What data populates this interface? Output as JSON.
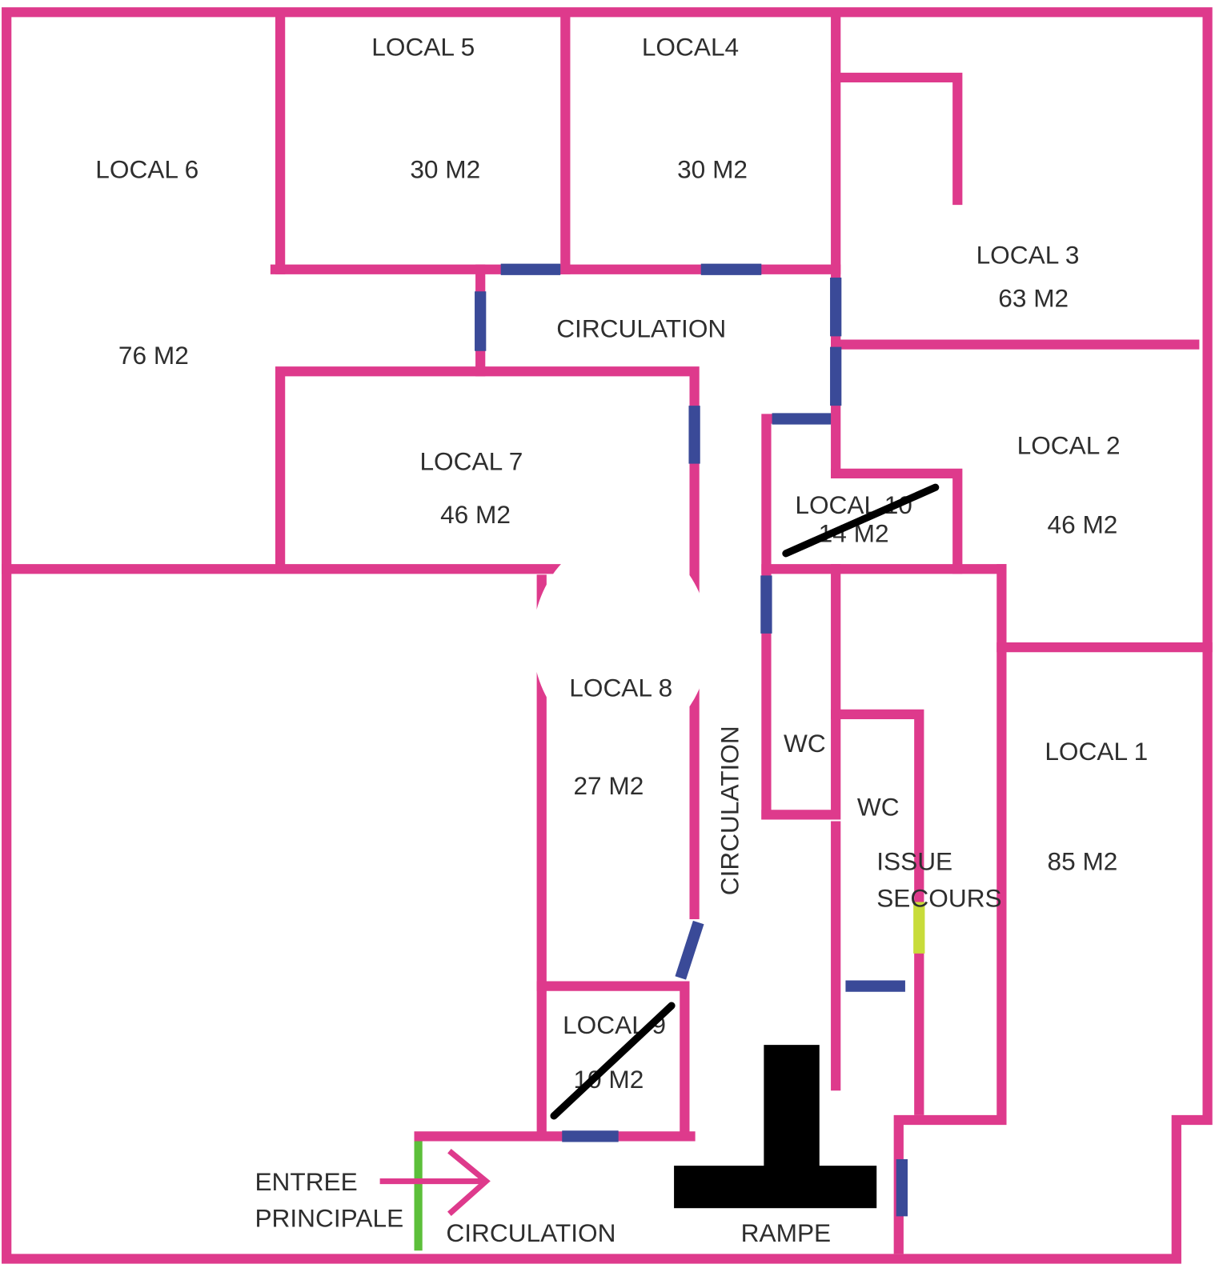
{
  "colors": {
    "wall": "#de3a8c",
    "door": "#3a4a98",
    "entrance": "#5cbf3a",
    "emergency_exit": "#c8dc3a",
    "strike": "#000000"
  },
  "rooms": {
    "local5": {
      "name": "LOCAL 5",
      "area": "30 M2"
    },
    "local4": {
      "name": "LOCAL4",
      "area": "30 M2"
    },
    "local6": {
      "name": "LOCAL 6",
      "area": "76 M2"
    },
    "local3": {
      "name": "LOCAL 3",
      "area": "63 M2"
    },
    "local7": {
      "name": "LOCAL 7",
      "area": "46 M2"
    },
    "local2": {
      "name": "LOCAL 2",
      "area": "46 M2"
    },
    "local10": {
      "name": "LOCAL 10",
      "area": "14 M2"
    },
    "local8": {
      "name": "LOCAL 8",
      "area": "27 M2"
    },
    "local1": {
      "name": "LOCAL 1",
      "area": "85 M2"
    },
    "local9": {
      "name": "LOCAL 9",
      "area": "10 M2"
    }
  },
  "labels": {
    "circulation_top": "CIRCULATION",
    "circulation_vertical": "CIRCULATION",
    "circulation_bottom": "CIRCULATION",
    "wc1": "WC",
    "wc2": "WC",
    "issue": "ISSUE",
    "secours": "SECOURS",
    "entree": "ENTREE",
    "principale": "PRINCIPALE",
    "rampe": "RAMPE"
  }
}
